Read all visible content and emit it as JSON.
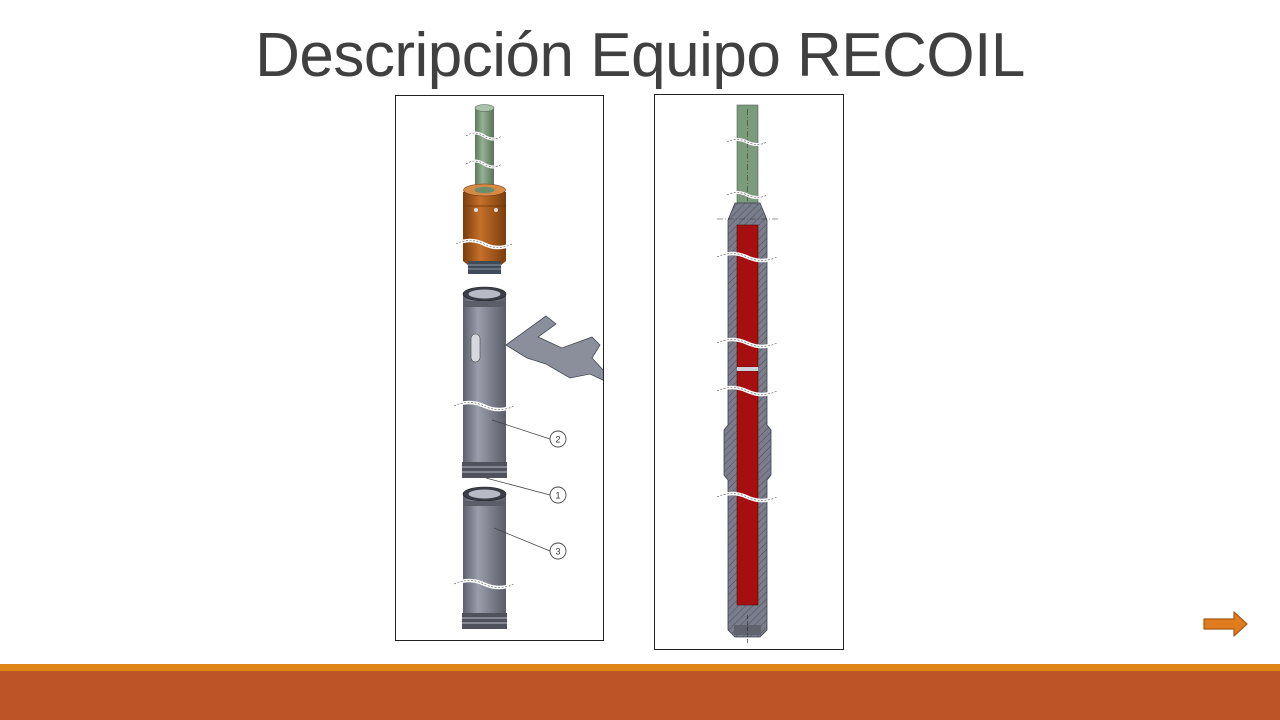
{
  "slide": {
    "title": "Descripción Equipo RECOIL"
  },
  "figures": {
    "exploded_view": {
      "callouts": [
        "2",
        "1",
        "3"
      ]
    },
    "section_view": {}
  },
  "navigation": {
    "next_icon": "right-arrow-icon"
  },
  "colors": {
    "title": "#404040",
    "rod": "#7c9a7c",
    "collar": "#b25e1c",
    "tube": "#7e818e",
    "core_red": "#a50f0f",
    "accent_orange": "#e07c1e",
    "footer_bar": "#bc5428",
    "footer_stripe": "#e08618"
  }
}
